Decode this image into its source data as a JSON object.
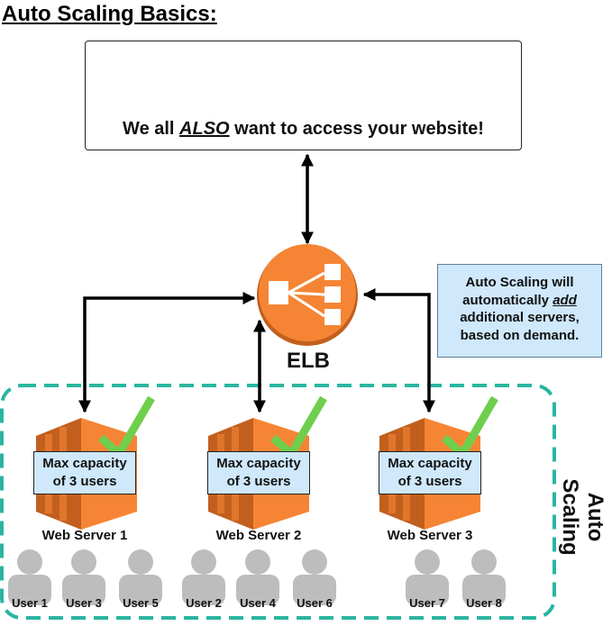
{
  "title": "Auto Scaling Basics:",
  "website_box": {
    "text_before": "We all ",
    "text_emphasis": "ALSO",
    "text_after": " want to access your website!"
  },
  "elb": {
    "label": "ELB",
    "icon": "load-balancer-icon",
    "color": "#f58534"
  },
  "note": {
    "line1": "Auto Scaling will",
    "line2_before": "automatically ",
    "line2_emphasis": "add",
    "line3": "additional servers,",
    "line4": "based on demand."
  },
  "auto_scaling_group": {
    "label": "Auto Scaling",
    "border_color": "#2ab5a0"
  },
  "servers": [
    {
      "name": "Web Server 1",
      "capacity_line1": "Max capacity",
      "capacity_line2": "of 3 users"
    },
    {
      "name": "Web Server 2",
      "capacity_line1": "Max capacity",
      "capacity_line2": "of 3 users"
    },
    {
      "name": "Web Server 3",
      "capacity_line1": "Max capacity",
      "capacity_line2": "of 3 users"
    }
  ],
  "users": [
    "User 1",
    "User 3",
    "User 5",
    "User 2",
    "User 4",
    "User 6",
    "User 7",
    "User 8"
  ],
  "colors": {
    "server_orange": "#f58534",
    "server_dark": "#c25f1e",
    "check_green": "#6fcf4c",
    "capacity_box": "#cfe8fb",
    "user_gray": "#bdbdbd"
  }
}
